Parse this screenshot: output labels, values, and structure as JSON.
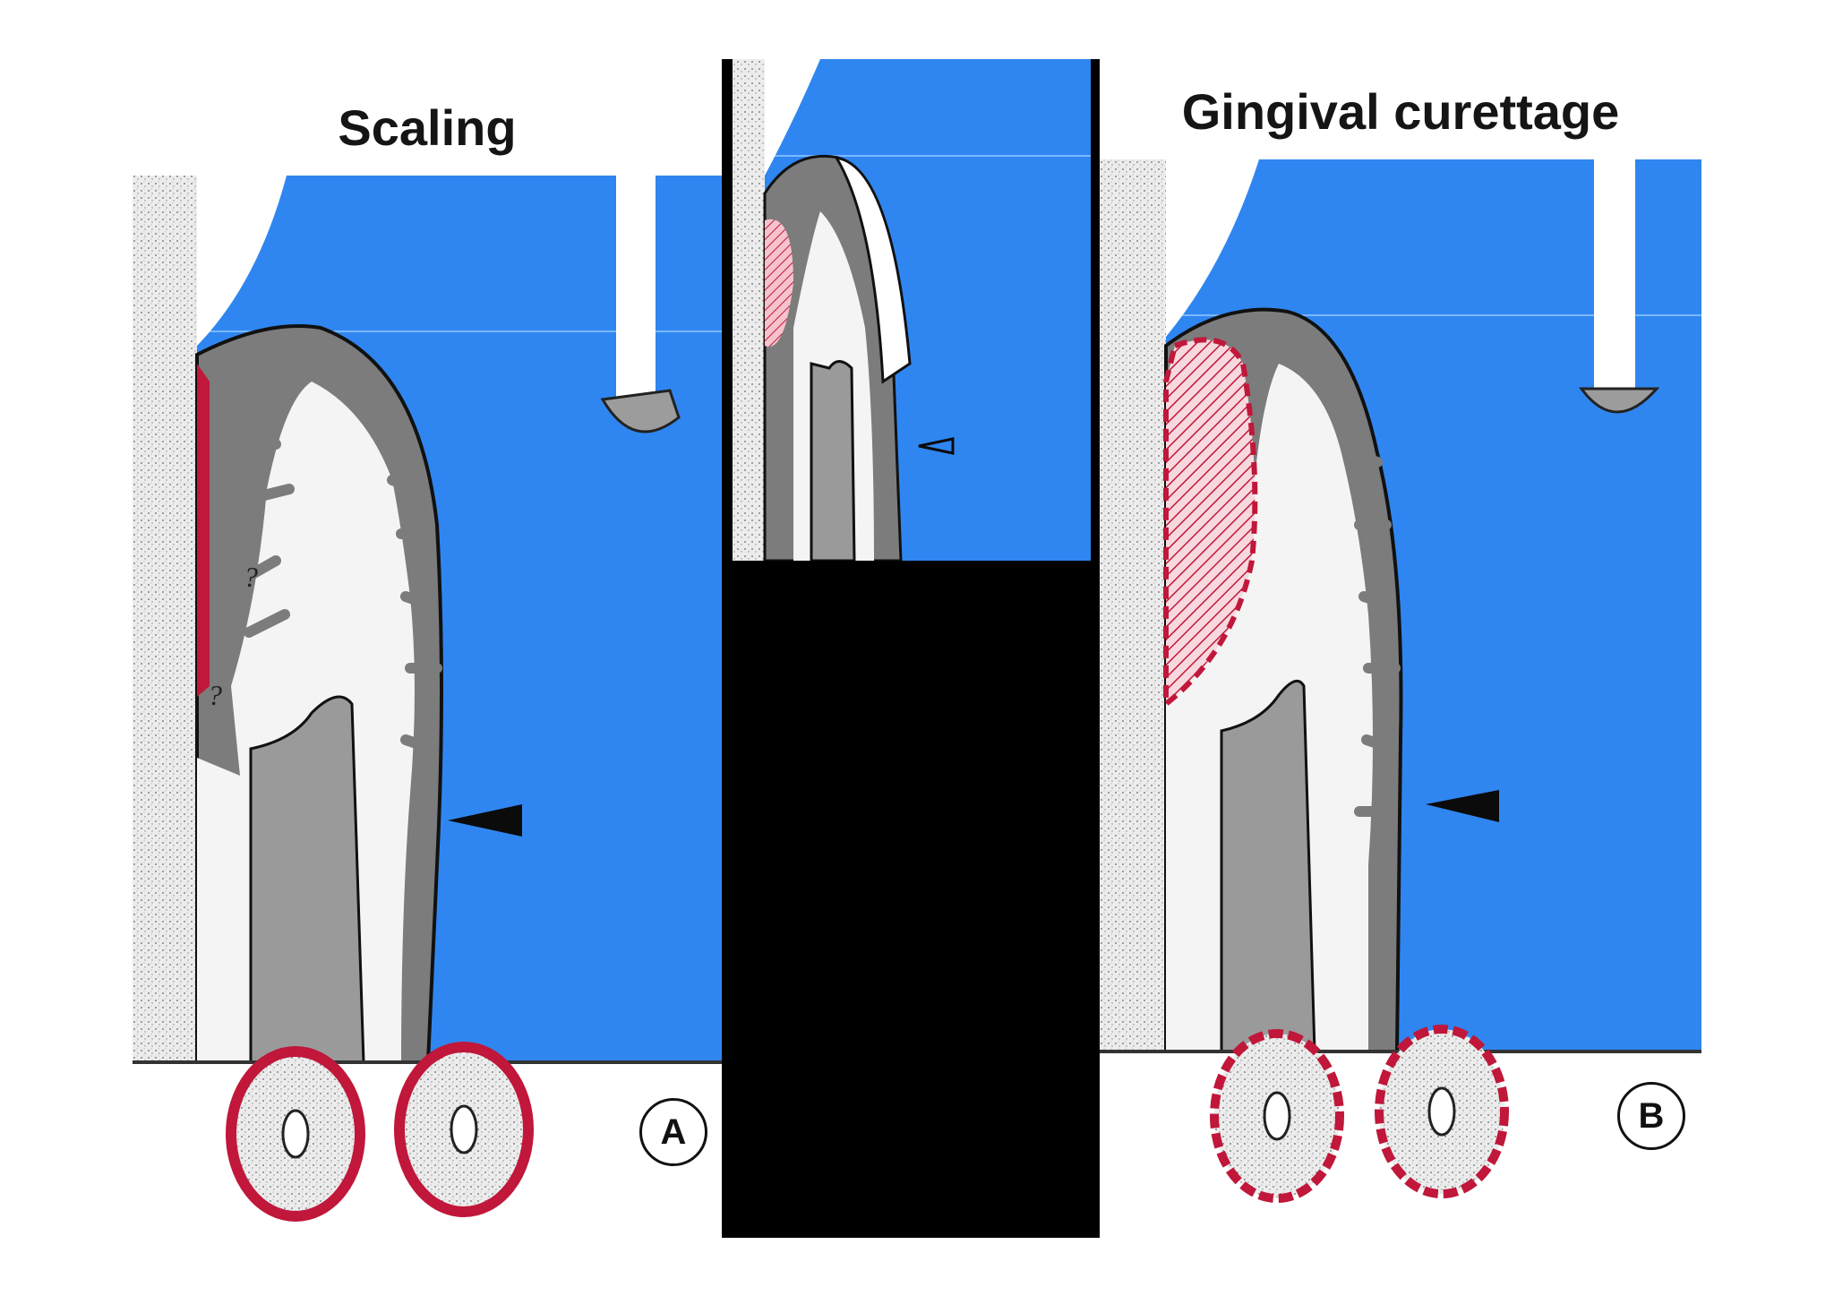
{
  "panels": {
    "scaling": {
      "title": "Scaling",
      "label": "A"
    },
    "curettage": {
      "title": "Gingival curettage",
      "label": "B"
    },
    "middle": {}
  },
  "annotations": {
    "question_mark": "?"
  },
  "colors": {
    "water_blue": "#2f86f0",
    "gingiva_gray": "#7c7c7c",
    "connective_white": "#f4f4f4",
    "epithelium_red": "#c0173a",
    "bone_gray": "#9a9a9a",
    "tooth_speckle": "#e9e9e9",
    "arrow_black": "#0b0b0b"
  },
  "icons": [
    "arrowhead-filled-icon",
    "arrowhead-outline-icon",
    "curette-tip-icon",
    "tooth-cross-section-icon"
  ]
}
